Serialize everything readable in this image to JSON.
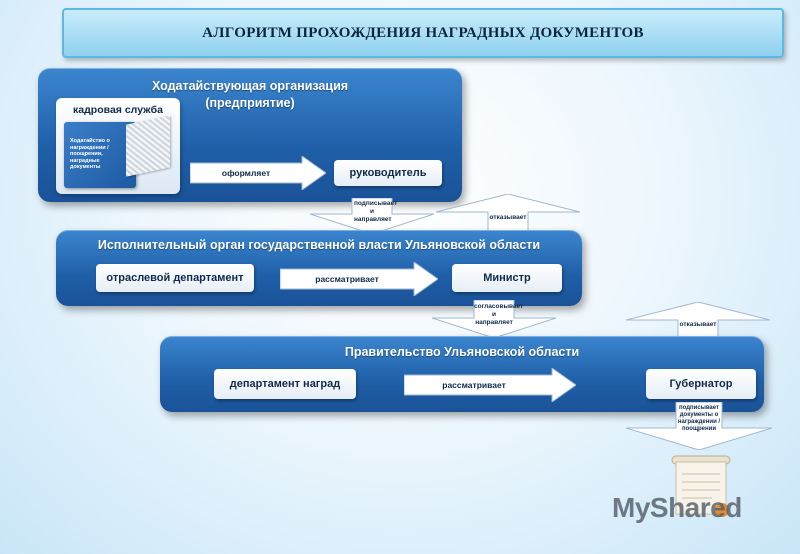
{
  "title": "АЛГОРИТМ ПРОХОЖДЕНИЯ НАГРАДНЫХ ДОКУМЕНТОВ",
  "level1": {
    "title_line1": "Ходатайствующая организация",
    "title_line2": "(предприятие)",
    "hr_label": "кадровая служба",
    "folder_text": "Ходатайство о награждении / поощрении, наградные документы",
    "arrow_label": "оформляет",
    "box_label": "руководитель"
  },
  "level2": {
    "title": "Исполнительный орган государственной власти Ульяновской области",
    "left_box": "отраслевой департамент",
    "arrow_label": "рассматривает",
    "right_box": "Министр"
  },
  "level3": {
    "title": "Правительство Ульяновской области",
    "left_box": "департамент наград",
    "arrow_label": "рассматривает",
    "right_box": "Губернатор"
  },
  "connectors": {
    "down1": "подписывает и направляет",
    "up1": "отказывает",
    "down2": "согласовывает и направляет",
    "up2": "отказывает",
    "down3": "подписывает документы о награждении / поощрении"
  },
  "watermark": "MyShared"
}
